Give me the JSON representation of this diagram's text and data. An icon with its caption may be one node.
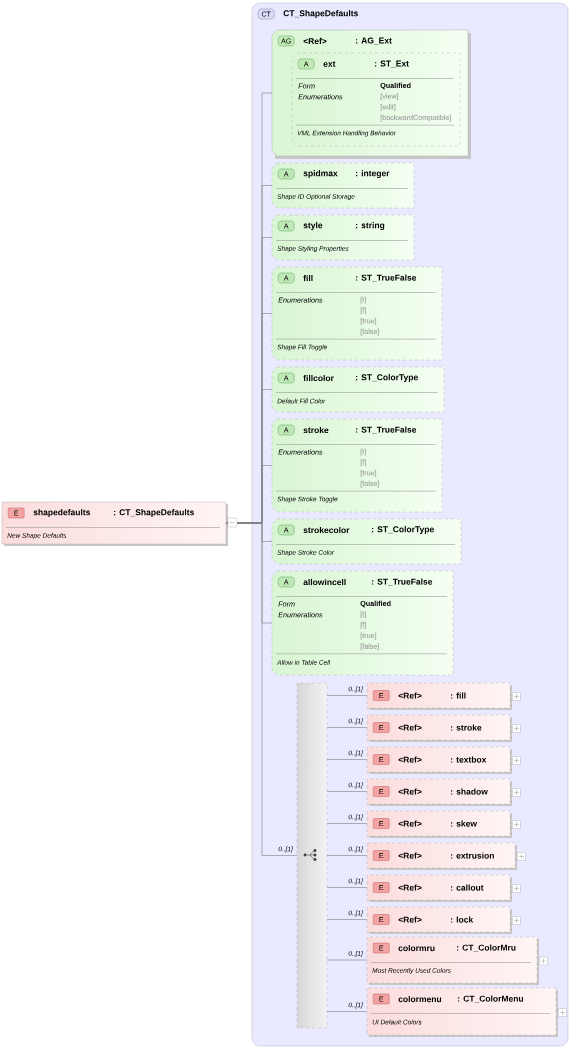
{
  "diagram": {
    "nodes": [
      {
        "text": [
          "E",
          "shapedefaults",
          ": CT_ShapeDefaults",
          "New Shape Defaults"
        ]
      },
      {
        "text": [
          "CT",
          "CT_ShapeDefaults"
        ]
      },
      {
        "text": [
          "AG",
          "<Ref>",
          ": AG_Ext"
        ],
        "in": 1
      },
      {
        "text": [
          "A",
          "ext",
          ": ST_Ext",
          "Form",
          "Enumerations",
          "Qualified",
          "[view]",
          "[edit]",
          "[backwardCompatible]",
          "VML Extension Handling Behavior"
        ],
        "in": 2
      },
      {
        "text": [
          "A",
          "spidmax",
          ": integer",
          "Shape ID Optional Storage"
        ],
        "in": 1
      },
      {
        "text": [
          "A",
          "style",
          ": string",
          "Shape Styling Properties"
        ],
        "in": 1
      },
      {
        "text": [
          "A",
          "fill",
          ": ST_TrueFalse",
          "Enumerations",
          "[t]",
          "[f]",
          "[true]",
          "[false]",
          "Shape Fill Toggle"
        ],
        "in": 1
      },
      {
        "text": [
          "A",
          "fillcolor",
          ": ST_ColorType",
          "Default Fill Color"
        ],
        "in": 1
      },
      {
        "text": [
          "A",
          "stroke",
          ": ST_TrueFalse",
          "Enumerations",
          "[t]",
          "[f]",
          "[true]",
          "[false]",
          "Shape Stroke Toggle"
        ],
        "in": 1
      },
      {
        "text": [
          "A",
          "strokecolor",
          ": ST_ColorType",
          "Shape Stroke Color"
        ],
        "in": 1
      },
      {
        "text": [
          "A",
          "allowincell",
          ": ST_TrueFalse",
          "Form",
          "Enumerations",
          "Qualified",
          "[t]",
          "[f]",
          "[true]",
          "[false]",
          "Allow in Table Cell"
        ],
        "in": 1
      },
      {
        "text": [],
        "shape": "bar",
        "in": 1
      },
      {
        "text": [
          "E",
          "<Ref>",
          ": fill"
        ],
        "in": 1
      },
      {
        "text": [
          "E",
          "<Ref>",
          ": stroke"
        ],
        "in": 1
      },
      {
        "text": [
          "E",
          "<Ref>",
          ": textbox"
        ],
        "in": 1
      },
      {
        "text": [
          "E",
          "<Ref>",
          ": shadow"
        ],
        "in": 1
      },
      {
        "text": [
          "E",
          "<Ref>",
          ": skew"
        ],
        "in": 1
      },
      {
        "text": [
          "E",
          "<Ref>",
          ": extrusion"
        ],
        "in": 1
      },
      {
        "text": [
          "E",
          "<Ref>",
          ": callout"
        ],
        "in": 1
      },
      {
        "text": [
          "E",
          "<Ref>",
          ": lock"
        ],
        "in": 1
      },
      {
        "text": [
          "E",
          "colormru",
          ": CT_ColorMru",
          "Most Recently Used Colors"
        ],
        "in": 1
      },
      {
        "text": [
          "E",
          "colormenu",
          ": CT_ColorMenu",
          "UI Default Colors"
        ],
        "in": 1
      }
    ],
    "edges": [
      {
        "from": 0,
        "to": 2,
        "arrow": "none"
      },
      {
        "from": 0,
        "to": 4,
        "arrow": "none"
      },
      {
        "from": 0,
        "to": 5,
        "arrow": "none"
      },
      {
        "from": 0,
        "to": 6,
        "arrow": "none"
      },
      {
        "from": 0,
        "to": 7,
        "arrow": "none"
      },
      {
        "from": 0,
        "to": 8,
        "arrow": "none"
      },
      {
        "from": 0,
        "to": 9,
        "arrow": "none"
      },
      {
        "from": 0,
        "to": 10,
        "arrow": "none"
      },
      {
        "from": 0,
        "to": 11,
        "arrow": "none",
        "label": "0..[1]"
      },
      {
        "from": 11,
        "to": 12,
        "arrow": "none",
        "label": "0..[1]"
      },
      {
        "from": 11,
        "to": 13,
        "arrow": "none",
        "label": "0..[1]"
      },
      {
        "from": 11,
        "to": 14,
        "arrow": "none",
        "label": "0..[1]"
      },
      {
        "from": 11,
        "to": 15,
        "arrow": "none",
        "label": "0..[1]"
      },
      {
        "from": 11,
        "to": 16,
        "arrow": "none",
        "label": "0..[1]"
      },
      {
        "from": 11,
        "to": 17,
        "arrow": "none",
        "label": "0..[1]"
      },
      {
        "from": 11,
        "to": 18,
        "arrow": "none",
        "label": "0..[1]"
      },
      {
        "from": 11,
        "to": 19,
        "arrow": "none",
        "label": "0..[1]"
      },
      {
        "from": 11,
        "to": 20,
        "arrow": "none",
        "label": "0..[1]"
      },
      {
        "from": 11,
        "to": 21,
        "arrow": "none",
        "label": "0..[1]"
      }
    ]
  }
}
